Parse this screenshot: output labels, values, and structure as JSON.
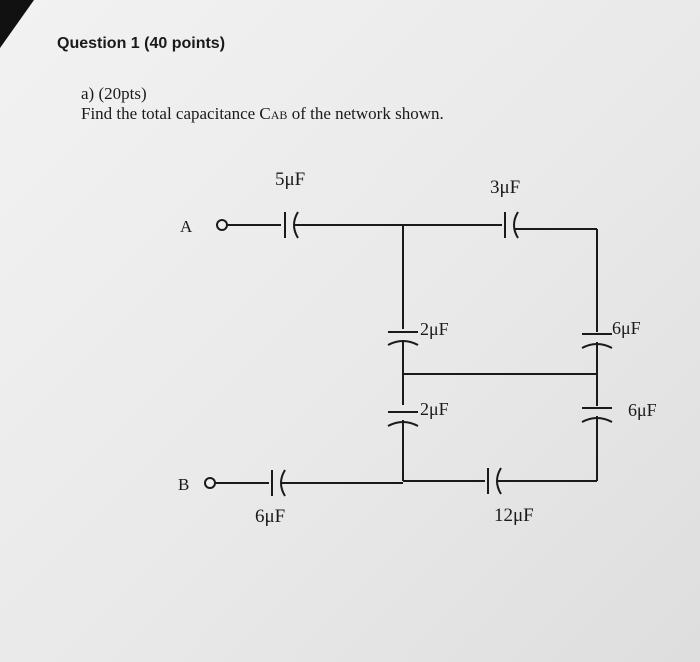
{
  "question": {
    "title": "Question 1 (40 points)"
  },
  "part_a": {
    "label": "a)  (20pts)",
    "prompt_before": "Find the total capacitance C",
    "prompt_subscript": "AB",
    "prompt_after": " of the network shown."
  },
  "circuit": {
    "terminal_a": "A",
    "terminal_b": "B",
    "capacitors": {
      "top_left": "5μF",
      "top_right": "3μF",
      "middle_upper": "2μF",
      "middle_lower": "2μF",
      "right_upper": "6μF",
      "right_lower": "6μF",
      "bottom_left": "6μF",
      "bottom_right": "12μF"
    }
  }
}
